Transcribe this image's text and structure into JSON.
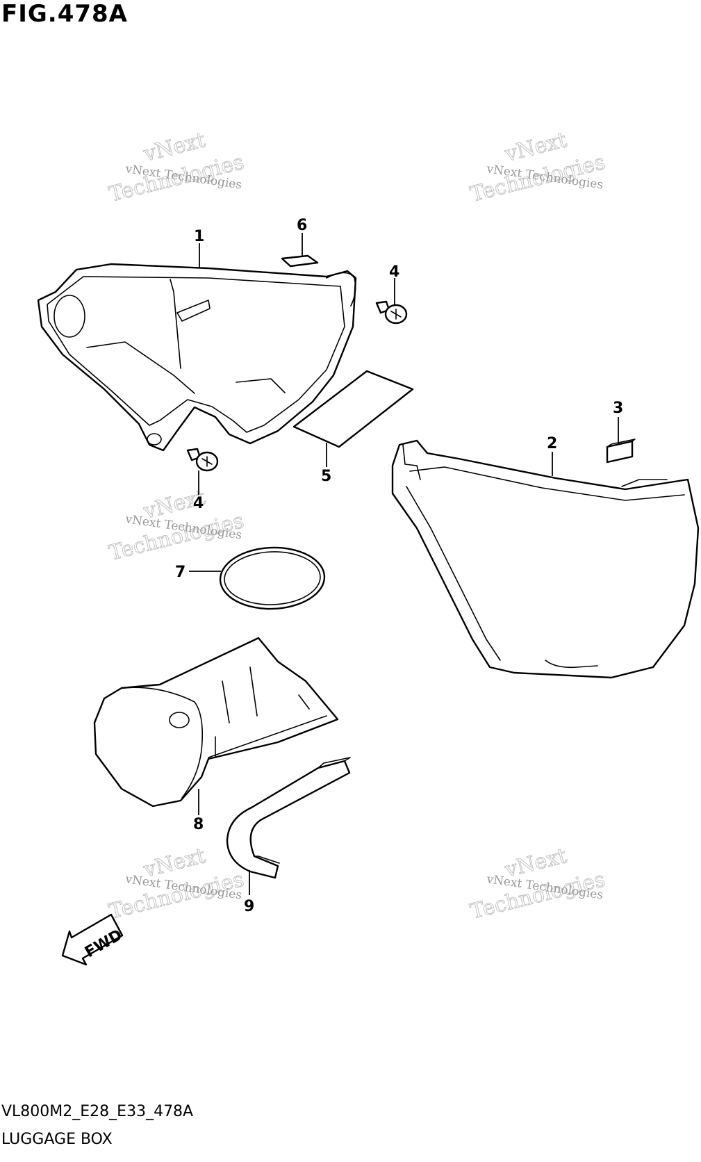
{
  "figure": {
    "title": "FIG.478A",
    "code": "VL800M2_E28_E33_478A",
    "name": "LUGGAGE BOX"
  },
  "callouts": {
    "c1": "1",
    "c2": "2",
    "c3": "3",
    "c4a": "4",
    "c4b": "4",
    "c5": "5",
    "c6": "6",
    "c7": "7",
    "c8": "8",
    "c9": "9"
  },
  "fwd_label": "FWD",
  "watermark": {
    "line1": "vNext Technologies",
    "line2": "vNext",
    "line3": "Technologies"
  }
}
